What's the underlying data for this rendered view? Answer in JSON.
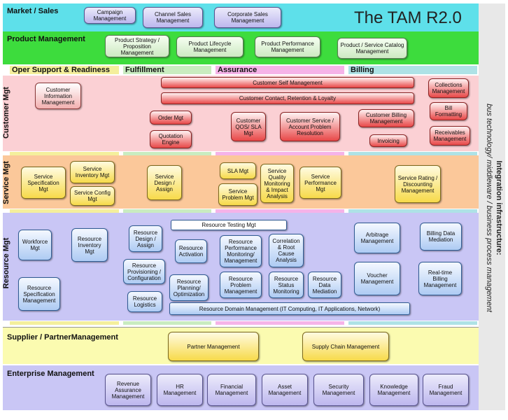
{
  "title": "The TAM R2.0",
  "rows": {
    "market": "Market / Sales",
    "product": "Product Management",
    "customer": "Customer Mgt",
    "service": "Service Mgt",
    "resource": "Resource Mgt",
    "supplier": "Supplier / PartnerManagement",
    "enterprise": "Enterprise Management"
  },
  "columns": {
    "oper": "Oper Support & Readiness",
    "fulfillment": "Fulfillment",
    "assurance": "Assurance",
    "billing": "Billing"
  },
  "side": {
    "line1": "Integration infrastructure:",
    "line2": "bus technology/ middleware / business process management"
  },
  "market_boxes": [
    "Campaign Management",
    "Channel Sales Management",
    "Corporate Sales Management"
  ],
  "product_boxes": [
    "Product Strategy / Proposition Management",
    "Product Lifecycle Management",
    "Product Performance Management",
    "Product / Service Catalog Management"
  ],
  "customer_boxes": {
    "info": "Customer Information Management",
    "self": "Customer Self Management",
    "contact": "Customer Contact, Retention & Loyalty",
    "order": "Order Mgt",
    "quotation": "Quotation Engine",
    "qos": "Customer QOS/ SLA Mgt",
    "service_problem": "Customer Service / Account Problem Resolution",
    "billing": "Customer Billing Management",
    "invoicing": "Invoicing",
    "collections": "Collections Management",
    "bill_formatting": "Bill Formatting",
    "receivables": "Receivables Management"
  },
  "service_boxes": {
    "spec": "Service Specification Mgt",
    "inventory": "Service Inventory Mgt",
    "config": "Service Config Mgt",
    "design": "Service Design / Assign",
    "sla": "SLA Mgt",
    "problem": "Service Problem Mgt",
    "quality": "Service Quality Monitoring & Impact Analysis",
    "performance": "Service Performance Mgt",
    "rating": "Service Rating / Discounting Management"
  },
  "resource_boxes": {
    "testing": "Resource Testing Mgt",
    "workforce": "Workforce Mgt",
    "inventory": "Resource Inventory Mgt",
    "spec": "Resource Specification Management",
    "design": "Resource Design / Assign",
    "provisioning": "Resource Provisioning / Configuration",
    "logistics": "Resource Logistics",
    "activation": "Resource Activation",
    "planning": "Resource Planning/ Optimization",
    "perf": "Resource Performance Monitoring/ Management",
    "problem": "Resource Problem Management",
    "correlation": "Correlation & Root Cause Analysis",
    "status": "Resource Status Monitoring",
    "data_mediation": "Resource Data Mediation",
    "domain": "Resource Domain Management (IT Computing, IT Applications, Network)",
    "arbitrage": "Arbitrage Management",
    "voucher": "Voucher Management",
    "billing_mediation": "Billing Data Mediation",
    "realtime": "Real-time Billing Management"
  },
  "supplier_boxes": [
    "Partner Management",
    "Supply Chain Management"
  ],
  "enterprise_boxes": [
    "Revenue Assurance Management",
    "HR Management",
    "Financial Management",
    "Asset Management",
    "Security Management",
    "Knowledge Management",
    "Fraud Management"
  ],
  "colors": {
    "market_bg": "#5ee0ea",
    "product_bg": "#3ddc3d",
    "customer_bg": "#fbd0d4",
    "service_bg": "#fbc89a",
    "resource_bg": "#c9c6f5",
    "supplier_bg": "#fbfbb0",
    "enterprise_bg": "#c9c6f5",
    "side_bg": "#e8e8e8"
  }
}
